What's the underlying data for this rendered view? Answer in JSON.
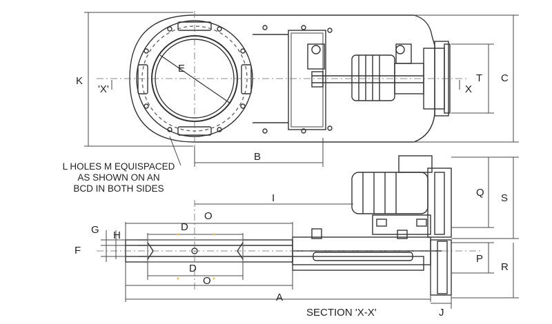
{
  "drawing": {
    "labels": {
      "K": "K",
      "X_left": "'X'",
      "X_right": "X",
      "E": "E",
      "T": "T",
      "C": "C",
      "B": "B",
      "I": "I",
      "Q": "Q",
      "S": "S",
      "O_top": "O",
      "D_top": "D",
      "G": "G",
      "H": "H",
      "F": "F",
      "D_bottom": "D",
      "O_bottom": "O",
      "P": "P",
      "R": "R",
      "A": "A",
      "J": "J",
      "section": "SECTION 'X-X'"
    },
    "note_lines": [
      "L HOLES M EQUISPACED",
      "AS SHOWN ON AN",
      "BCD IN BOTH SIDES"
    ]
  },
  "colors": {
    "line": "#333333",
    "dim": "#444444",
    "accent": "#e2c36a"
  }
}
